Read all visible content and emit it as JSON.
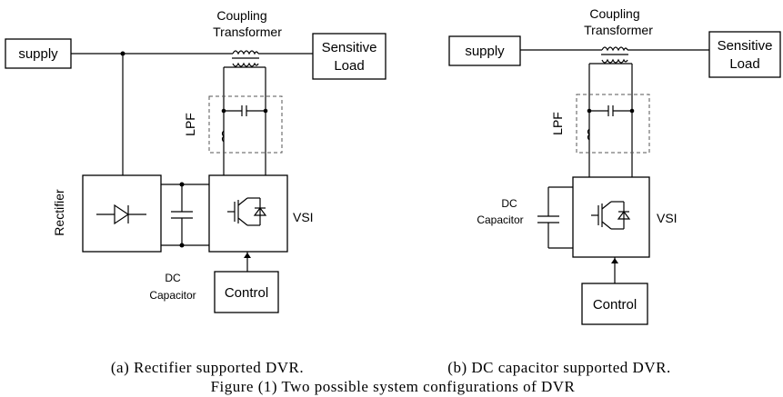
{
  "diagram_a": {
    "supply": "supply",
    "coupling_line1": "Coupling",
    "coupling_line2": "Transformer",
    "load_line1": "Sensitive",
    "load_line2": "Load",
    "lpf": "LPF",
    "rectifier": "Rectifier",
    "vsi": "VSI",
    "dc_line1": "DC",
    "dc_line2": "Capacitor",
    "control": "Control",
    "caption": "(a) Rectifier supported DVR."
  },
  "diagram_b": {
    "supply": "supply",
    "coupling_line1": "Coupling",
    "coupling_line2": "Transformer",
    "load_line1": "Sensitive",
    "load_line2": "Load",
    "lpf": "LPF",
    "vsi": "VSI",
    "dc_line1": "DC",
    "dc_line2": "Capacitor",
    "control": "Control",
    "caption": "(b) DC capacitor supported DVR."
  },
  "figure_caption": "Figure (1) Two possible system configurations of DVR"
}
